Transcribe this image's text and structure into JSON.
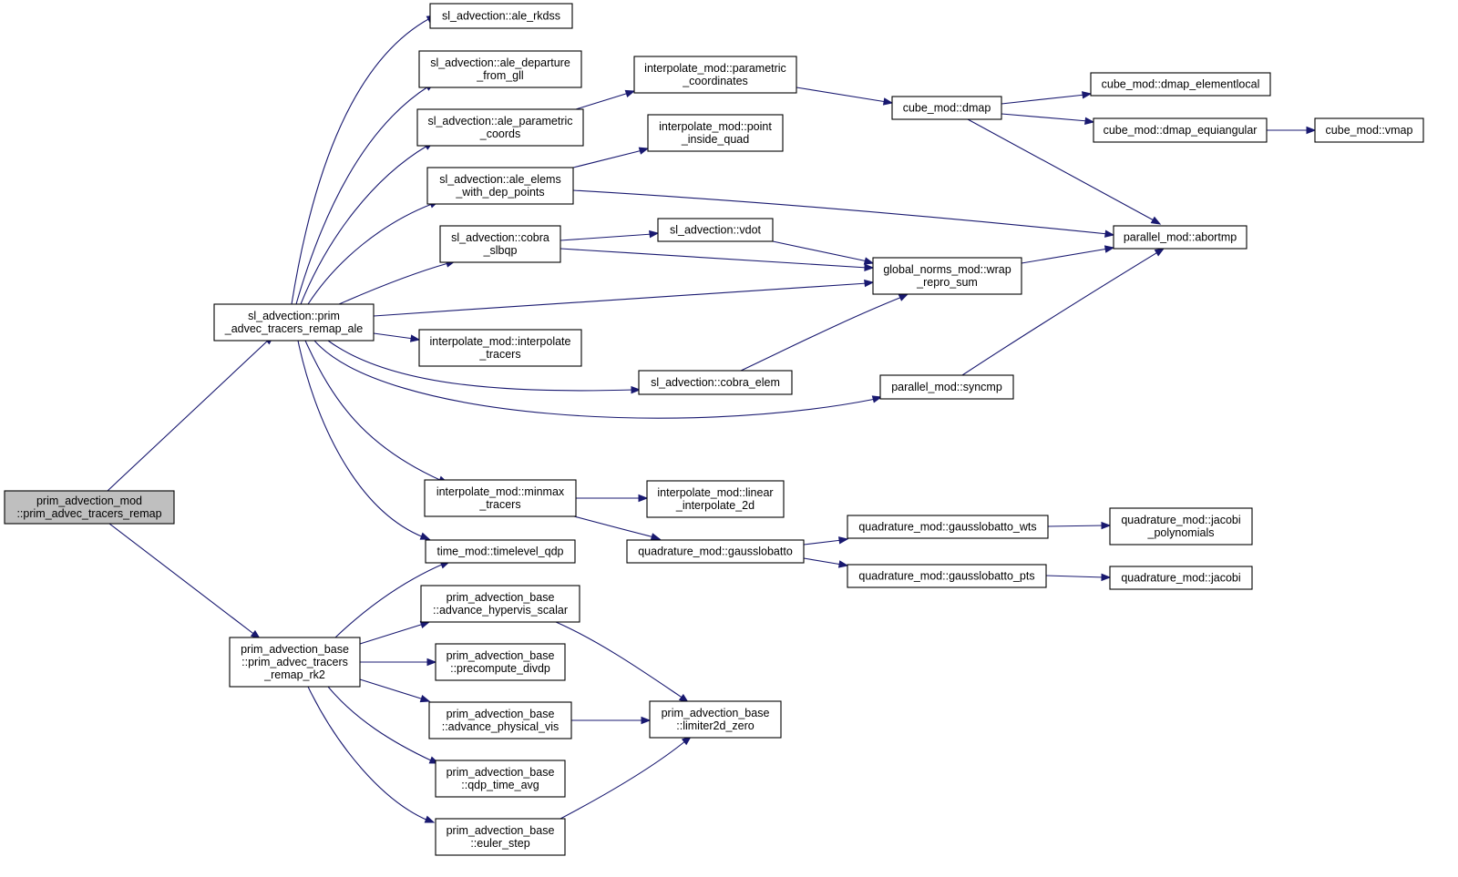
{
  "colors": {
    "edge": "#191970",
    "node_border": "#000000",
    "root_fill": "#bfbfbf",
    "background": "#ffffff"
  },
  "nodes": [
    {
      "id": "root",
      "lines": [
        "prim_advection_mod",
        "::prim_advec_tracers_remap"
      ],
      "root": true
    },
    {
      "id": "ale",
      "lines": [
        "sl_advection::prim",
        "_advec_tracers_remap_ale"
      ]
    },
    {
      "id": "rk2",
      "lines": [
        "prim_advection_base",
        "::prim_advec_tracers",
        "_remap_rk2"
      ]
    },
    {
      "id": "rkdss",
      "lines": [
        "sl_advection::ale_rkdss"
      ]
    },
    {
      "id": "depgll",
      "lines": [
        "sl_advection::ale_departure",
        "_from_gll"
      ]
    },
    {
      "id": "paramcoords",
      "lines": [
        "sl_advection::ale_parametric",
        "_coords"
      ]
    },
    {
      "id": "elems",
      "lines": [
        "sl_advection::ale_elems",
        "_with_dep_points"
      ]
    },
    {
      "id": "cobra",
      "lines": [
        "sl_advection::cobra",
        "_slbqp"
      ]
    },
    {
      "id": "interp",
      "lines": [
        "interpolate_mod::interpolate",
        "_tracers"
      ]
    },
    {
      "id": "minmax",
      "lines": [
        "interpolate_mod::minmax",
        "_tracers"
      ]
    },
    {
      "id": "timelevel",
      "lines": [
        "time_mod::timelevel_qdp"
      ]
    },
    {
      "id": "hypervis",
      "lines": [
        "prim_advection_base",
        "::advance_hypervis_scalar"
      ]
    },
    {
      "id": "divdp",
      "lines": [
        "prim_advection_base",
        "::precompute_divdp"
      ]
    },
    {
      "id": "physvis",
      "lines": [
        "prim_advection_base",
        "::advance_physical_vis"
      ]
    },
    {
      "id": "qdpavg",
      "lines": [
        "prim_advection_base",
        "::qdp_time_avg"
      ]
    },
    {
      "id": "euler",
      "lines": [
        "prim_advection_base",
        "::euler_step"
      ]
    },
    {
      "id": "paramc",
      "lines": [
        "interpolate_mod::parametric",
        "_coordinates"
      ]
    },
    {
      "id": "pointquad",
      "lines": [
        "interpolate_mod::point",
        "_inside_quad"
      ]
    },
    {
      "id": "vdot",
      "lines": [
        "sl_advection::vdot"
      ]
    },
    {
      "id": "cobraelem",
      "lines": [
        "sl_advection::cobra_elem"
      ]
    },
    {
      "id": "linear2d",
      "lines": [
        "interpolate_mod::linear",
        "_interpolate_2d"
      ]
    },
    {
      "id": "gauss",
      "lines": [
        "quadrature_mod::gausslobatto"
      ]
    },
    {
      "id": "limiter",
      "lines": [
        "prim_advection_base",
        "::limiter2d_zero"
      ]
    },
    {
      "id": "dmap",
      "lines": [
        "cube_mod::dmap"
      ]
    },
    {
      "id": "wrap",
      "lines": [
        "global_norms_mod::wrap",
        "_repro_sum"
      ]
    },
    {
      "id": "syncmp",
      "lines": [
        "parallel_mod::syncmp"
      ]
    },
    {
      "id": "gwts",
      "lines": [
        "quadrature_mod::gausslobatto_wts"
      ]
    },
    {
      "id": "gpts",
      "lines": [
        "quadrature_mod::gausslobatto_pts"
      ]
    },
    {
      "id": "dmaplocal",
      "lines": [
        "cube_mod::dmap_elementlocal"
      ]
    },
    {
      "id": "dmapequi",
      "lines": [
        "cube_mod::dmap_equiangular"
      ]
    },
    {
      "id": "abortmp",
      "lines": [
        "parallel_mod::abortmp"
      ]
    },
    {
      "id": "jacpoly",
      "lines": [
        "quadrature_mod::jacobi",
        "_polynomials"
      ]
    },
    {
      "id": "jacobi",
      "lines": [
        "quadrature_mod::jacobi"
      ]
    },
    {
      "id": "vmap",
      "lines": [
        "cube_mod::vmap"
      ]
    }
  ],
  "edges": [
    [
      "root",
      "ale"
    ],
    [
      "root",
      "rk2"
    ],
    [
      "ale",
      "rkdss"
    ],
    [
      "ale",
      "depgll"
    ],
    [
      "ale",
      "paramcoords"
    ],
    [
      "ale",
      "elems"
    ],
    [
      "ale",
      "cobra"
    ],
    [
      "ale",
      "wrap"
    ],
    [
      "ale",
      "interp"
    ],
    [
      "ale",
      "cobraelem"
    ],
    [
      "ale",
      "syncmp"
    ],
    [
      "ale",
      "minmax"
    ],
    [
      "ale",
      "timelevel"
    ],
    [
      "rk2",
      "timelevel"
    ],
    [
      "rk2",
      "hypervis"
    ],
    [
      "rk2",
      "divdp"
    ],
    [
      "rk2",
      "physvis"
    ],
    [
      "rk2",
      "qdpavg"
    ],
    [
      "rk2",
      "euler"
    ],
    [
      "paramcoords",
      "paramc"
    ],
    [
      "paramc",
      "dmap"
    ],
    [
      "dmap",
      "dmaplocal"
    ],
    [
      "dmap",
      "dmapequi"
    ],
    [
      "dmap",
      "abortmp"
    ],
    [
      "dmapequi",
      "vmap"
    ],
    [
      "elems",
      "pointquad"
    ],
    [
      "elems",
      "abortmp"
    ],
    [
      "cobra",
      "vdot"
    ],
    [
      "cobra",
      "wrap"
    ],
    [
      "vdot",
      "wrap"
    ],
    [
      "wrap",
      "abortmp"
    ],
    [
      "cobraelem",
      "wrap"
    ],
    [
      "syncmp",
      "abortmp"
    ],
    [
      "minmax",
      "linear2d"
    ],
    [
      "minmax",
      "gauss"
    ],
    [
      "gauss",
      "gwts"
    ],
    [
      "gauss",
      "gpts"
    ],
    [
      "gwts",
      "jacpoly"
    ],
    [
      "gpts",
      "jacobi"
    ],
    [
      "hypervis",
      "limiter"
    ],
    [
      "physvis",
      "limiter"
    ],
    [
      "euler",
      "limiter"
    ]
  ]
}
